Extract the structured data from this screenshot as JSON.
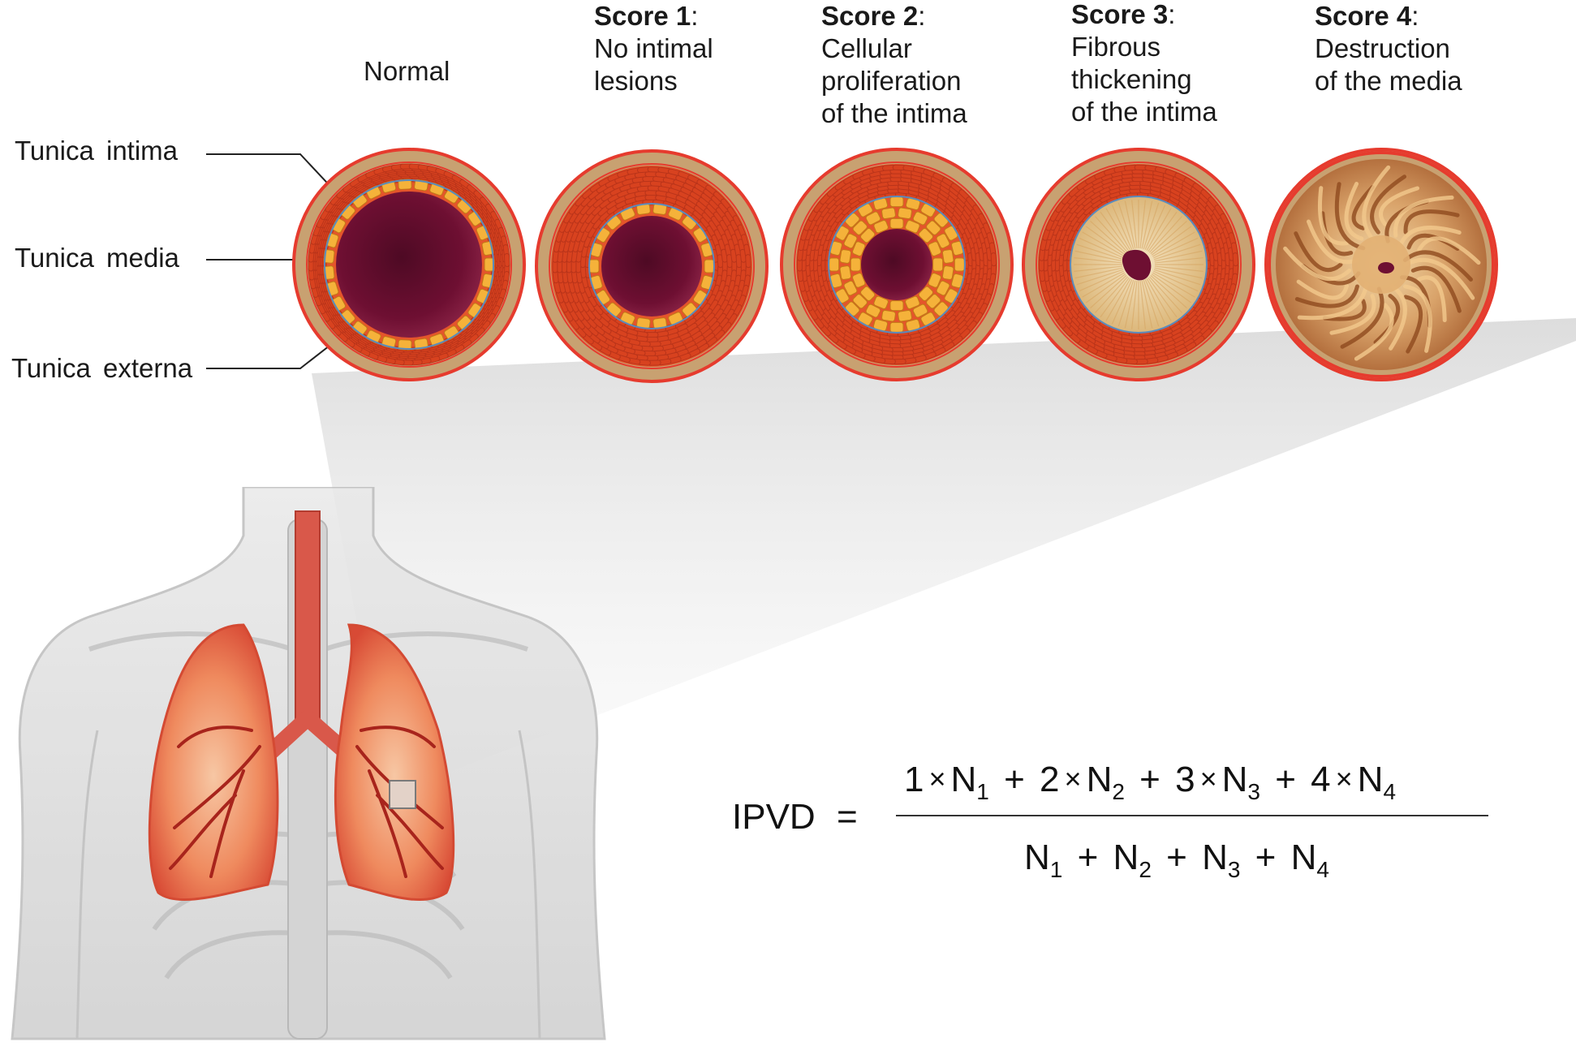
{
  "headings": {
    "normal": "Normal",
    "score1": {
      "title": "Score 1",
      "colon": ":",
      "lines": [
        "No intimal",
        "lesions"
      ]
    },
    "score2": {
      "title": "Score 2",
      "colon": ":",
      "lines": [
        "Cellular",
        "proliferation",
        "of the intima"
      ]
    },
    "score3": {
      "title": "Score 3",
      "colon": ":",
      "lines": [
        "Fibrous",
        "thickening",
        "of the intima"
      ]
    },
    "score4": {
      "title": "Score 4",
      "colon": ":",
      "lines": [
        "Destruction",
        "of the media"
      ]
    }
  },
  "layers": {
    "intima": "Tunica intima",
    "media": "Tunica media",
    "externa": "Tunica externa"
  },
  "formula": {
    "lhs": "IPVD",
    "equals": "=",
    "numerator": [
      {
        "coef": "1",
        "var": "N",
        "sub": "1"
      },
      {
        "coef": "2",
        "var": "N",
        "sub": "2"
      },
      {
        "coef": "3",
        "var": "N",
        "sub": "3"
      },
      {
        "coef": "4",
        "var": "N",
        "sub": "4"
      }
    ],
    "denominator": [
      {
        "var": "N",
        "sub": "1"
      },
      {
        "var": "N",
        "sub": "2"
      },
      {
        "var": "N",
        "sub": "3"
      },
      {
        "var": "N",
        "sub": "4"
      }
    ],
    "times": "×",
    "plus": "+"
  },
  "colors": {
    "adventitia": "#c8a171",
    "adventitia_rim": "#e63b2e",
    "media": "#e4552b",
    "media_cell": "#d8421f",
    "intima_cell": "#f5b23a",
    "lumen": "#6e0f32",
    "fibrous": "#eed7a8",
    "lung": "#e4553a",
    "body": "#d6d6d6"
  }
}
